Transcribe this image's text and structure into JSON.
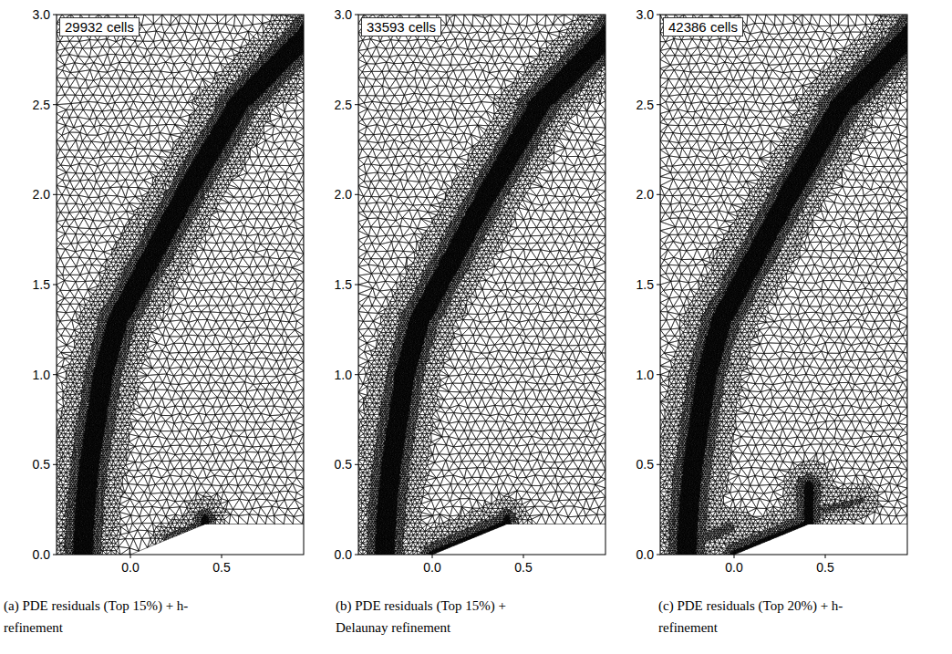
{
  "diagram": {
    "nodes": [
      {
        "text": [
          "29932 cells"
        ]
      },
      {
        "text": [
          "33593 cells"
        ]
      },
      {
        "text": [
          "42386 cells"
        ]
      }
    ],
    "labels": [
      "0.0",
      "0.5",
      "1.0",
      "1.5",
      "2.0",
      "2.5",
      "3.0",
      "0.0",
      "0.5",
      "0.0",
      "0.5",
      "1.0",
      "1.5",
      "2.0",
      "2.5",
      "3.0",
      "0.0",
      "0.5",
      "0.0",
      "0.5",
      "1.0",
      "1.5",
      "2.0",
      "2.5",
      "3.0",
      "0.0",
      "0.5",
      "(a) PDE residuals (Top 15%) + h-refinement",
      "(b) PDE residuals (Top 15%) + Delaunay refinement",
      "(c) PDE residuals (Top 20%) + h-refinement"
    ]
  }
}
